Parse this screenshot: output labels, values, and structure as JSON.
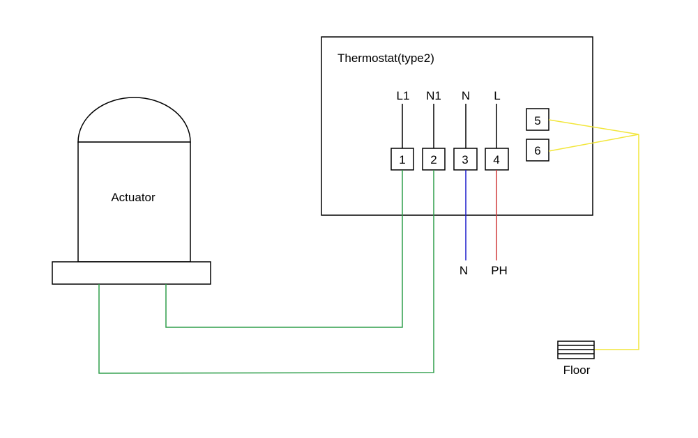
{
  "thermostat": {
    "title": "Thermostat(type2)",
    "top_labels": [
      "L1",
      "N1",
      "N",
      "L"
    ],
    "terminals": [
      "1",
      "2",
      "3",
      "4"
    ],
    "sensor_terminals": [
      "5",
      "6"
    ]
  },
  "actuator": {
    "label": "Actuator"
  },
  "floor": {
    "label": "Floor"
  },
  "supply": {
    "neutral_label": "N",
    "phase_label": "PH"
  },
  "colors": {
    "outline": "#000000",
    "actuator_wire": "#2e9e4a",
    "neutral_wire": "#1a1acc",
    "phase_wire": "#d13b3b",
    "sensor_wire": "#f2e63a"
  }
}
